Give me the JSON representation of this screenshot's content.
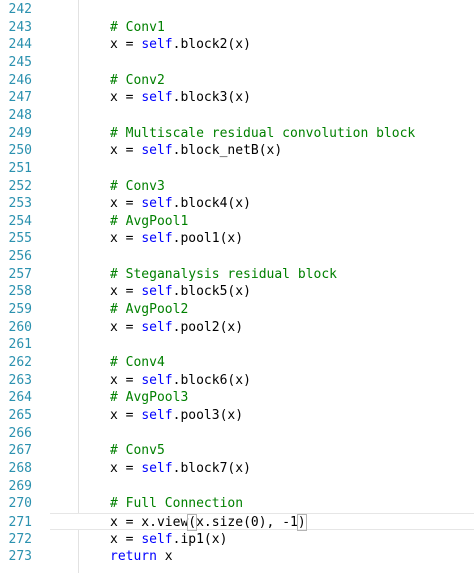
{
  "editor": {
    "lines": [
      {
        "num": "242",
        "tokens": []
      },
      {
        "num": "243",
        "tokens": [
          {
            "t": "# Conv1",
            "k": "comment"
          }
        ]
      },
      {
        "num": "244",
        "tokens": [
          {
            "t": "x = ",
            "k": "plain"
          },
          {
            "t": "self",
            "k": "self"
          },
          {
            "t": ".block2(x)",
            "k": "plain"
          }
        ]
      },
      {
        "num": "245",
        "tokens": []
      },
      {
        "num": "246",
        "tokens": [
          {
            "t": "# Conv2",
            "k": "comment"
          }
        ]
      },
      {
        "num": "247",
        "tokens": [
          {
            "t": "x = ",
            "k": "plain"
          },
          {
            "t": "self",
            "k": "self"
          },
          {
            "t": ".block3(x)",
            "k": "plain"
          }
        ]
      },
      {
        "num": "248",
        "tokens": []
      },
      {
        "num": "249",
        "tokens": [
          {
            "t": "# Multiscale residual convolution block",
            "k": "comment"
          }
        ]
      },
      {
        "num": "250",
        "tokens": [
          {
            "t": "x = ",
            "k": "plain"
          },
          {
            "t": "self",
            "k": "self"
          },
          {
            "t": ".block_netB(x)",
            "k": "plain"
          }
        ]
      },
      {
        "num": "251",
        "tokens": []
      },
      {
        "num": "252",
        "tokens": [
          {
            "t": "# Conv3",
            "k": "comment"
          }
        ]
      },
      {
        "num": "253",
        "tokens": [
          {
            "t": "x = ",
            "k": "plain"
          },
          {
            "t": "self",
            "k": "self"
          },
          {
            "t": ".block4(x)",
            "k": "plain"
          }
        ]
      },
      {
        "num": "254",
        "tokens": [
          {
            "t": "# AvgPool1",
            "k": "comment"
          }
        ]
      },
      {
        "num": "255",
        "tokens": [
          {
            "t": "x = ",
            "k": "plain"
          },
          {
            "t": "self",
            "k": "self"
          },
          {
            "t": ".pool1(x)",
            "k": "plain"
          }
        ]
      },
      {
        "num": "256",
        "tokens": []
      },
      {
        "num": "257",
        "tokens": [
          {
            "t": "# Steganalysis residual block",
            "k": "comment"
          }
        ]
      },
      {
        "num": "258",
        "tokens": [
          {
            "t": "x = ",
            "k": "plain"
          },
          {
            "t": "self",
            "k": "self"
          },
          {
            "t": ".block5(x)",
            "k": "plain"
          }
        ]
      },
      {
        "num": "259",
        "tokens": [
          {
            "t": "# AvgPool2",
            "k": "comment"
          }
        ]
      },
      {
        "num": "260",
        "tokens": [
          {
            "t": "x = ",
            "k": "plain"
          },
          {
            "t": "self",
            "k": "self"
          },
          {
            "t": ".pool2(x)",
            "k": "plain"
          }
        ]
      },
      {
        "num": "261",
        "tokens": []
      },
      {
        "num": "262",
        "tokens": [
          {
            "t": "# Conv4",
            "k": "comment"
          }
        ]
      },
      {
        "num": "263",
        "tokens": [
          {
            "t": "x = ",
            "k": "plain"
          },
          {
            "t": "self",
            "k": "self"
          },
          {
            "t": ".block6(x)",
            "k": "plain"
          }
        ]
      },
      {
        "num": "264",
        "tokens": [
          {
            "t": "# AvgPool3",
            "k": "comment"
          }
        ]
      },
      {
        "num": "265",
        "tokens": [
          {
            "t": "x = ",
            "k": "plain"
          },
          {
            "t": "self",
            "k": "self"
          },
          {
            "t": ".pool3(x)",
            "k": "plain"
          }
        ]
      },
      {
        "num": "266",
        "tokens": []
      },
      {
        "num": "267",
        "tokens": [
          {
            "t": "# Conv5",
            "k": "comment"
          }
        ]
      },
      {
        "num": "268",
        "tokens": [
          {
            "t": "x = ",
            "k": "plain"
          },
          {
            "t": "self",
            "k": "self"
          },
          {
            "t": ".block7(x)",
            "k": "plain"
          }
        ]
      },
      {
        "num": "269",
        "tokens": []
      },
      {
        "num": "270",
        "tokens": [
          {
            "t": "# Full Connection",
            "k": "comment"
          }
        ]
      },
      {
        "num": "271",
        "current": true,
        "tokens": [
          {
            "t": "x = x.view",
            "k": "plain"
          },
          {
            "t": "(",
            "k": "paren"
          },
          {
            "t": "x.size(0), -1",
            "k": "plain"
          },
          {
            "t": ")",
            "k": "paren"
          }
        ]
      },
      {
        "num": "272",
        "tokens": [
          {
            "t": "x = ",
            "k": "plain"
          },
          {
            "t": "self",
            "k": "self"
          },
          {
            "t": ".ip1(x)",
            "k": "plain"
          }
        ]
      },
      {
        "num": "273",
        "tokens": [
          {
            "t": "return",
            "k": "keyword"
          },
          {
            "t": " x",
            "k": "plain"
          }
        ]
      }
    ],
    "colors": {
      "line_number": "#2b91af",
      "comment": "#008000",
      "keyword": "#0000ff",
      "text": "#000000",
      "background": "#ffffff"
    }
  }
}
